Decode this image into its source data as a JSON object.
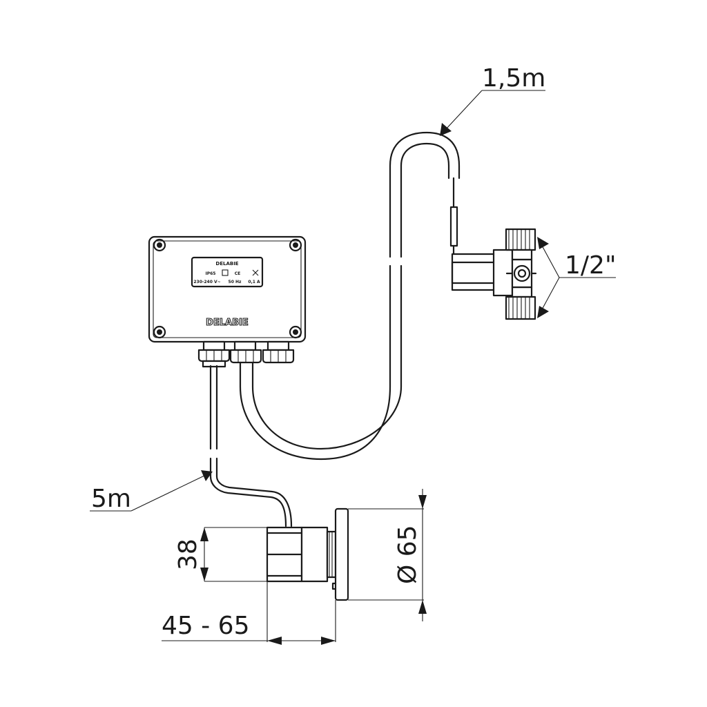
{
  "dimensions": {
    "cable_upper": "1,5m",
    "cable_lower": "5m",
    "thread": "1/2\"",
    "height": "38",
    "diameter": "Ø 65",
    "depth": "45 - 65"
  },
  "junction_box": {
    "brand": "DELABIE",
    "label_brand": "DELABIE",
    "label_line2": "IP65",
    "label_ce": "CE",
    "label_line3a": "230-240 V~",
    "label_line3b": "50 Hz",
    "label_line3c": "0,1 A"
  }
}
